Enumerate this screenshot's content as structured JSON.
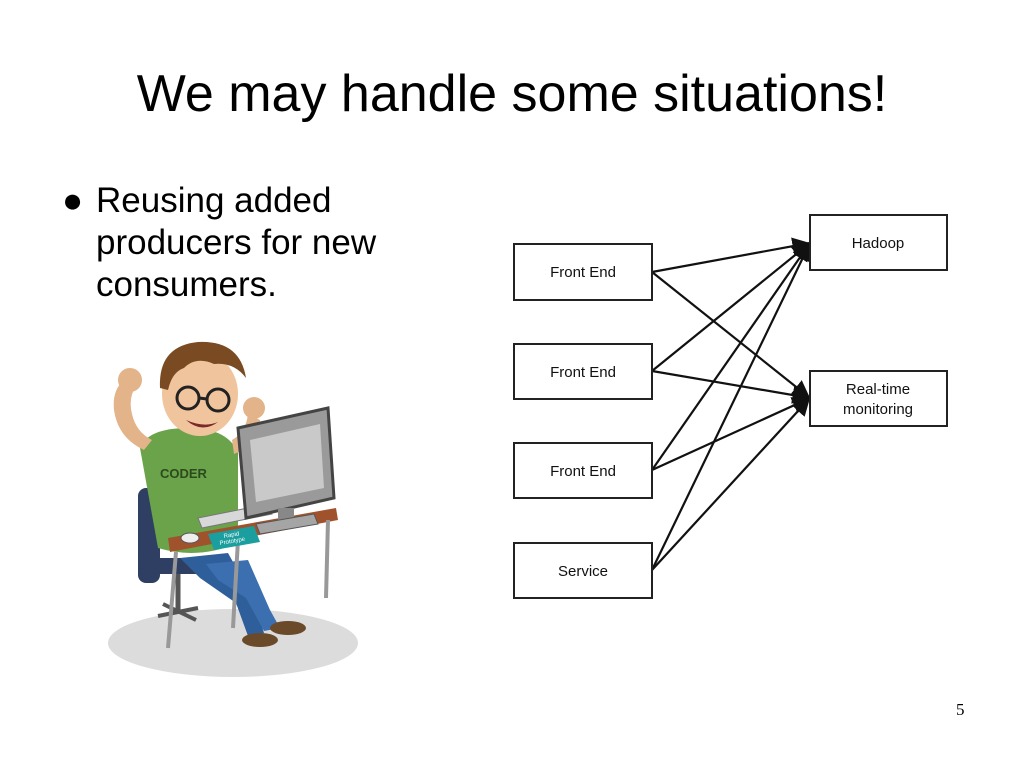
{
  "slide": {
    "title": "We may handle some situations!",
    "page_number": "5",
    "bullets": [
      {
        "text": "Reusing added producers for new consumers."
      }
    ]
  },
  "illustration": {
    "shirt_text": "CODER",
    "book_text_line1": "Rapid",
    "book_text_line2": "Prototype"
  },
  "diagram": {
    "producers": [
      {
        "label": "Front End"
      },
      {
        "label": "Front End"
      },
      {
        "label": "Front End"
      },
      {
        "label": "Service"
      }
    ],
    "consumers": [
      {
        "label_lines": [
          "Hadoop"
        ]
      },
      {
        "label_lines": [
          "Real-time",
          "monitoring"
        ]
      }
    ],
    "edges": "all-to-all"
  }
}
